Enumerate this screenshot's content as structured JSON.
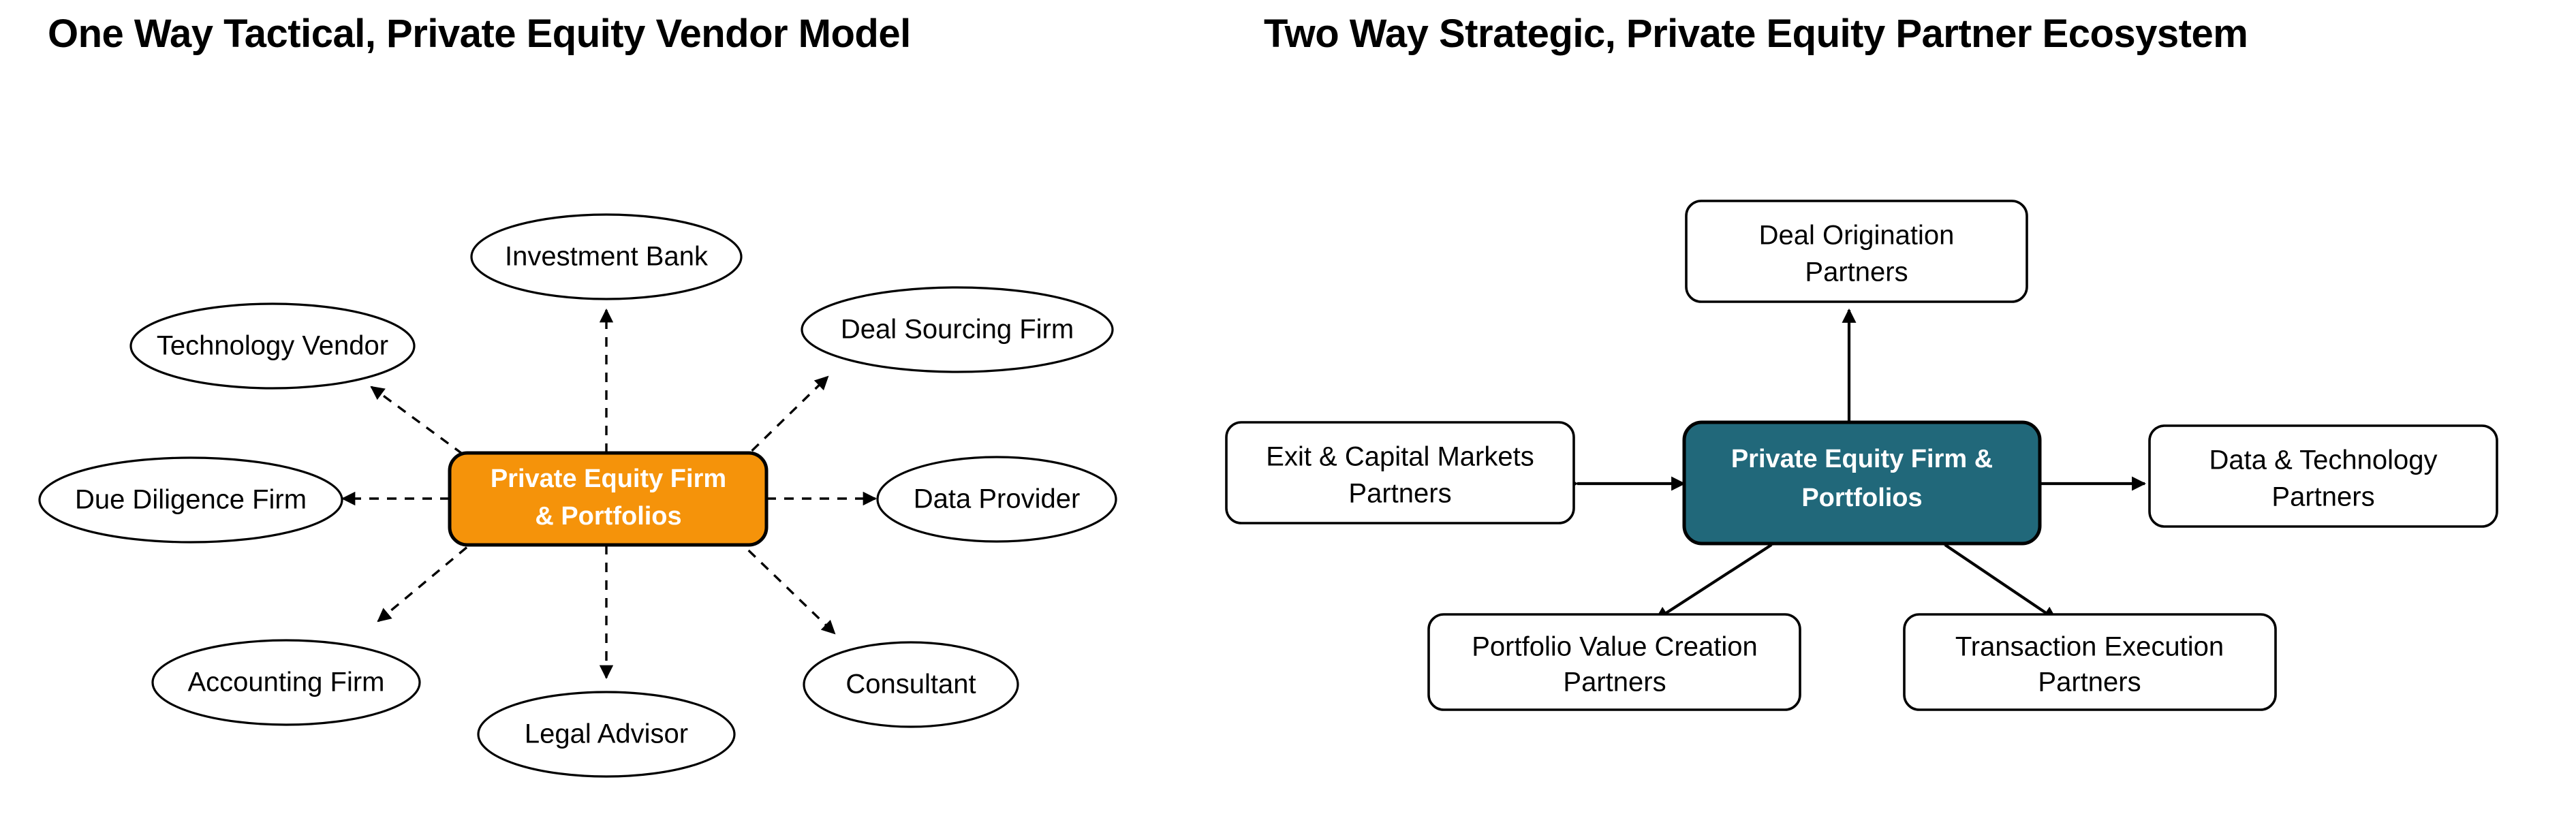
{
  "panels": {
    "left": {
      "title": "One Way Tactical, Private Equity Vendor Model",
      "center": {
        "label_line1": "Private Equity Firm",
        "label_line2": "& Portfolios",
        "fill": "#F5930A",
        "text_color": "#FFFFFF",
        "shape": "rounded-rect"
      },
      "edge_style": "dashed",
      "edge_direction": "one-way",
      "nodes": [
        {
          "id": "investment-bank",
          "label": "Investment Bank",
          "shape": "ellipse"
        },
        {
          "id": "technology-vendor",
          "label": "Technology Vendor",
          "shape": "ellipse"
        },
        {
          "id": "deal-sourcing-firm",
          "label": "Deal Sourcing Firm",
          "shape": "ellipse"
        },
        {
          "id": "due-diligence-firm",
          "label": "Due Diligence Firm",
          "shape": "ellipse"
        },
        {
          "id": "data-provider",
          "label": "Data Provider",
          "shape": "ellipse"
        },
        {
          "id": "accounting-firm",
          "label": "Accounting Firm",
          "shape": "ellipse"
        },
        {
          "id": "legal-advisor",
          "label": "Legal Advisor",
          "shape": "ellipse"
        },
        {
          "id": "consultant",
          "label": "Consultant",
          "shape": "ellipse"
        }
      ]
    },
    "right": {
      "title": "Two Way Strategic, Private Equity Partner Ecosystem",
      "center": {
        "label_line1": "Private Equity Firm &",
        "label_line2": "Portfolios",
        "fill": "#21687A",
        "text_color": "#FFFFFF",
        "shape": "rounded-rect"
      },
      "edge_style": "solid",
      "edge_direction": "two-way",
      "nodes": [
        {
          "id": "deal-origination-partners",
          "label_line1": "Deal Origination",
          "label_line2": "Partners",
          "shape": "rounded-rect"
        },
        {
          "id": "exit-capital-markets-partners",
          "label_line1": "Exit & Capital Markets",
          "label_line2": "Partners",
          "shape": "rounded-rect"
        },
        {
          "id": "data-technology-partners",
          "label_line1": "Data & Technology",
          "label_line2": "Partners",
          "shape": "rounded-rect"
        },
        {
          "id": "portfolio-value-creation-partners",
          "label_line1": "Portfolio Value Creation",
          "label_line2": "Partners",
          "shape": "rounded-rect"
        },
        {
          "id": "transaction-execution-partners",
          "label_line1": "Transaction Execution",
          "label_line2": "Partners",
          "shape": "rounded-rect"
        }
      ]
    }
  }
}
